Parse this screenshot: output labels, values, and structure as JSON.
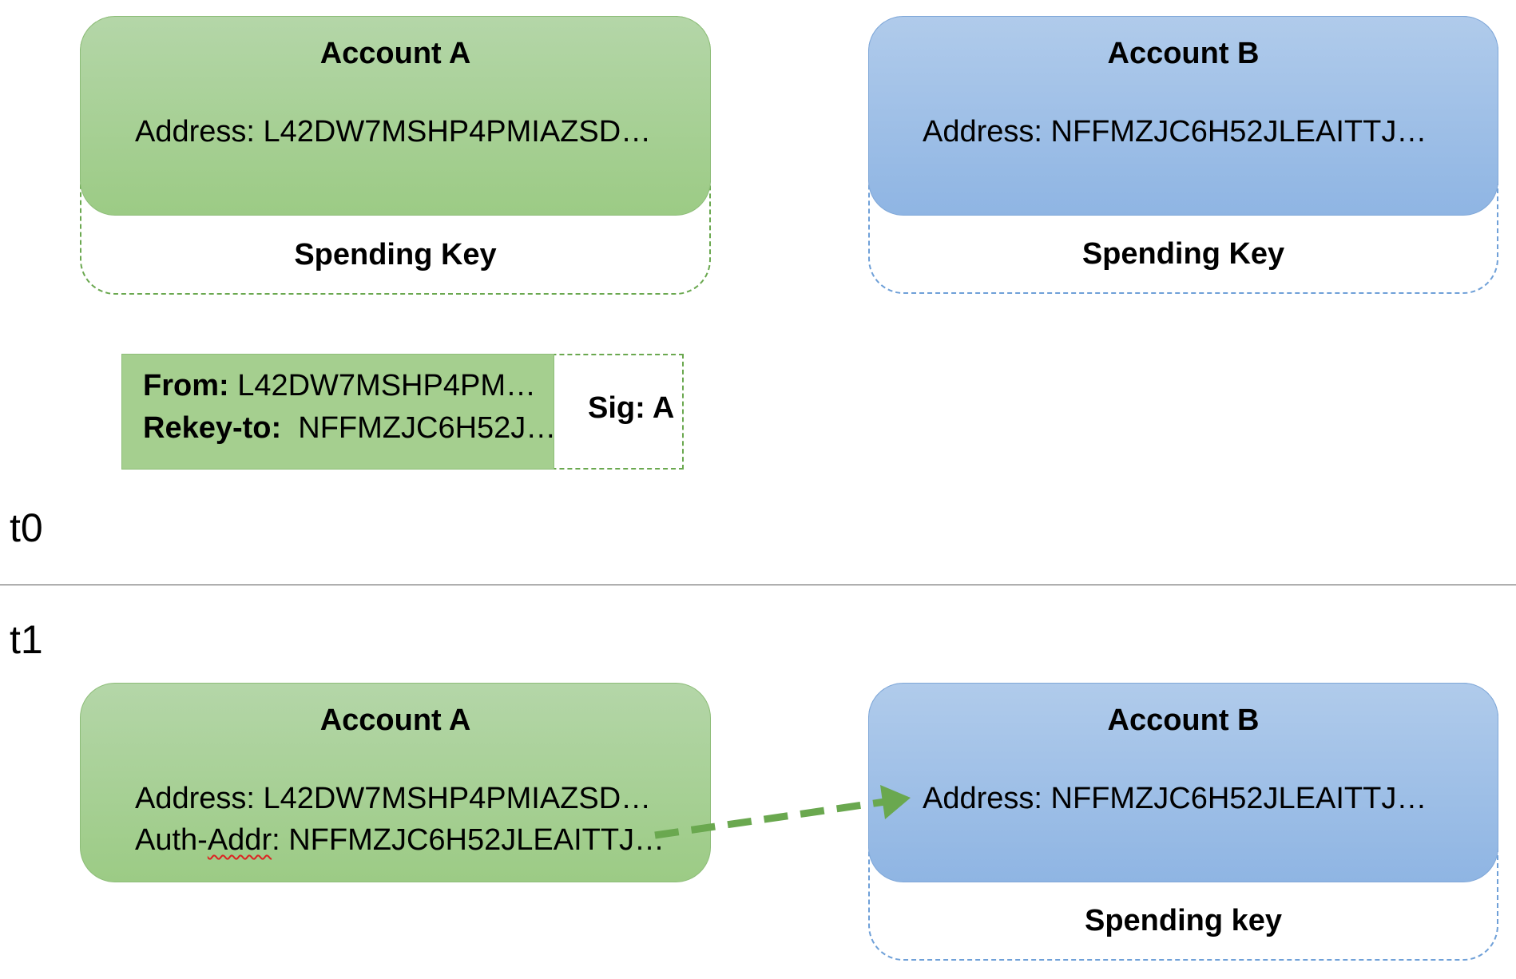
{
  "t0": {
    "label": "t0",
    "account_a": {
      "title": "Account A",
      "address": "Address: L42DW7MSHP4PMIAZSD…",
      "key_label": "Spending Key"
    },
    "account_b": {
      "title": "Account B",
      "address": "Address: NFFMZJC6H52JLEAITTJ…",
      "key_label": "Spending Key"
    },
    "transaction": {
      "from_label": "From:",
      "from_value": " L42DW7MSHP4PM…",
      "rekey_label": "Rekey-to:",
      "rekey_value": "  NFFMZJC6H52J…",
      "sig": "Sig: A"
    }
  },
  "t1": {
    "label": "t1",
    "account_a": {
      "title": "Account A",
      "address": "Address: L42DW7MSHP4PMIAZSD…",
      "auth_prefix": "Auth-",
      "auth_word": "Addr",
      "auth_rest": ": NFFMZJC6H52JLEAITTJ…"
    },
    "account_b": {
      "title": "Account B",
      "address": "Address: NFFMZJC6H52JLEAITTJ…",
      "key_label": "Spending key"
    }
  },
  "colors": {
    "green_fill": "#a5cf8f",
    "blue_fill": "#9dbfe7",
    "green_dash": "#6aa84f",
    "blue_dash": "#6fa0d8",
    "arrow": "#6aa84f"
  }
}
